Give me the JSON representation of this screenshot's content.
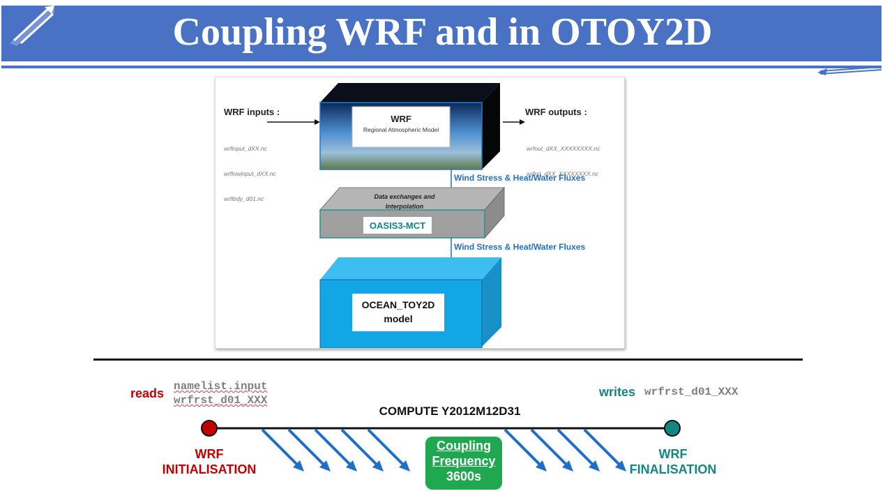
{
  "title": "Coupling WRF and in OTOY2D",
  "figure": {
    "inputs_header": "WRF inputs :",
    "input_files": [
      "wrfinput_dXX.nc",
      "wrflowinput_dXX.nc",
      "wrflbdy_d01.nc"
    ],
    "outputs_header": "WRF outputs :",
    "output_files": [
      "wrfout_dXX_XXXXXXXX.nc",
      "wrfrst_dXX_XXXXXXXX.nc"
    ],
    "wrf_name": "WRF",
    "wrf_desc": "Regional Atmospheric Model",
    "flux_label_top": "Wind Stress & Heat/Water Fluxes",
    "oasis_desc_line1": "Data exchanges and",
    "oasis_desc_line2": "Interpolation",
    "oasis_name": "OASIS3-MCT",
    "flux_label_bottom": "Wind Stress & Heat/Water Fluxes",
    "ocean_line1": "OCEAN_TOY2D",
    "ocean_line2": "model"
  },
  "timeline": {
    "reads_label": "reads",
    "read_files": [
      "namelist.input",
      "wrfrst_d01_XXX"
    ],
    "writes_label": "writes",
    "write_file": "wrfrst_d01_XXX",
    "compute_label": "COMPUTE Y2012M12D31",
    "init_line1": "WRF",
    "init_line2": "INITIALISATION",
    "final_line1": "WRF",
    "final_line2": "FINALISATION",
    "coupling_line1": "Coupling",
    "coupling_line2": "Frequency",
    "coupling_line3": "3600s"
  },
  "colors": {
    "title_bar": "#4a72c4",
    "init": "#c00000",
    "final": "#138583",
    "coupling": "#1fa84f",
    "arrows": "#1f6fc8"
  }
}
